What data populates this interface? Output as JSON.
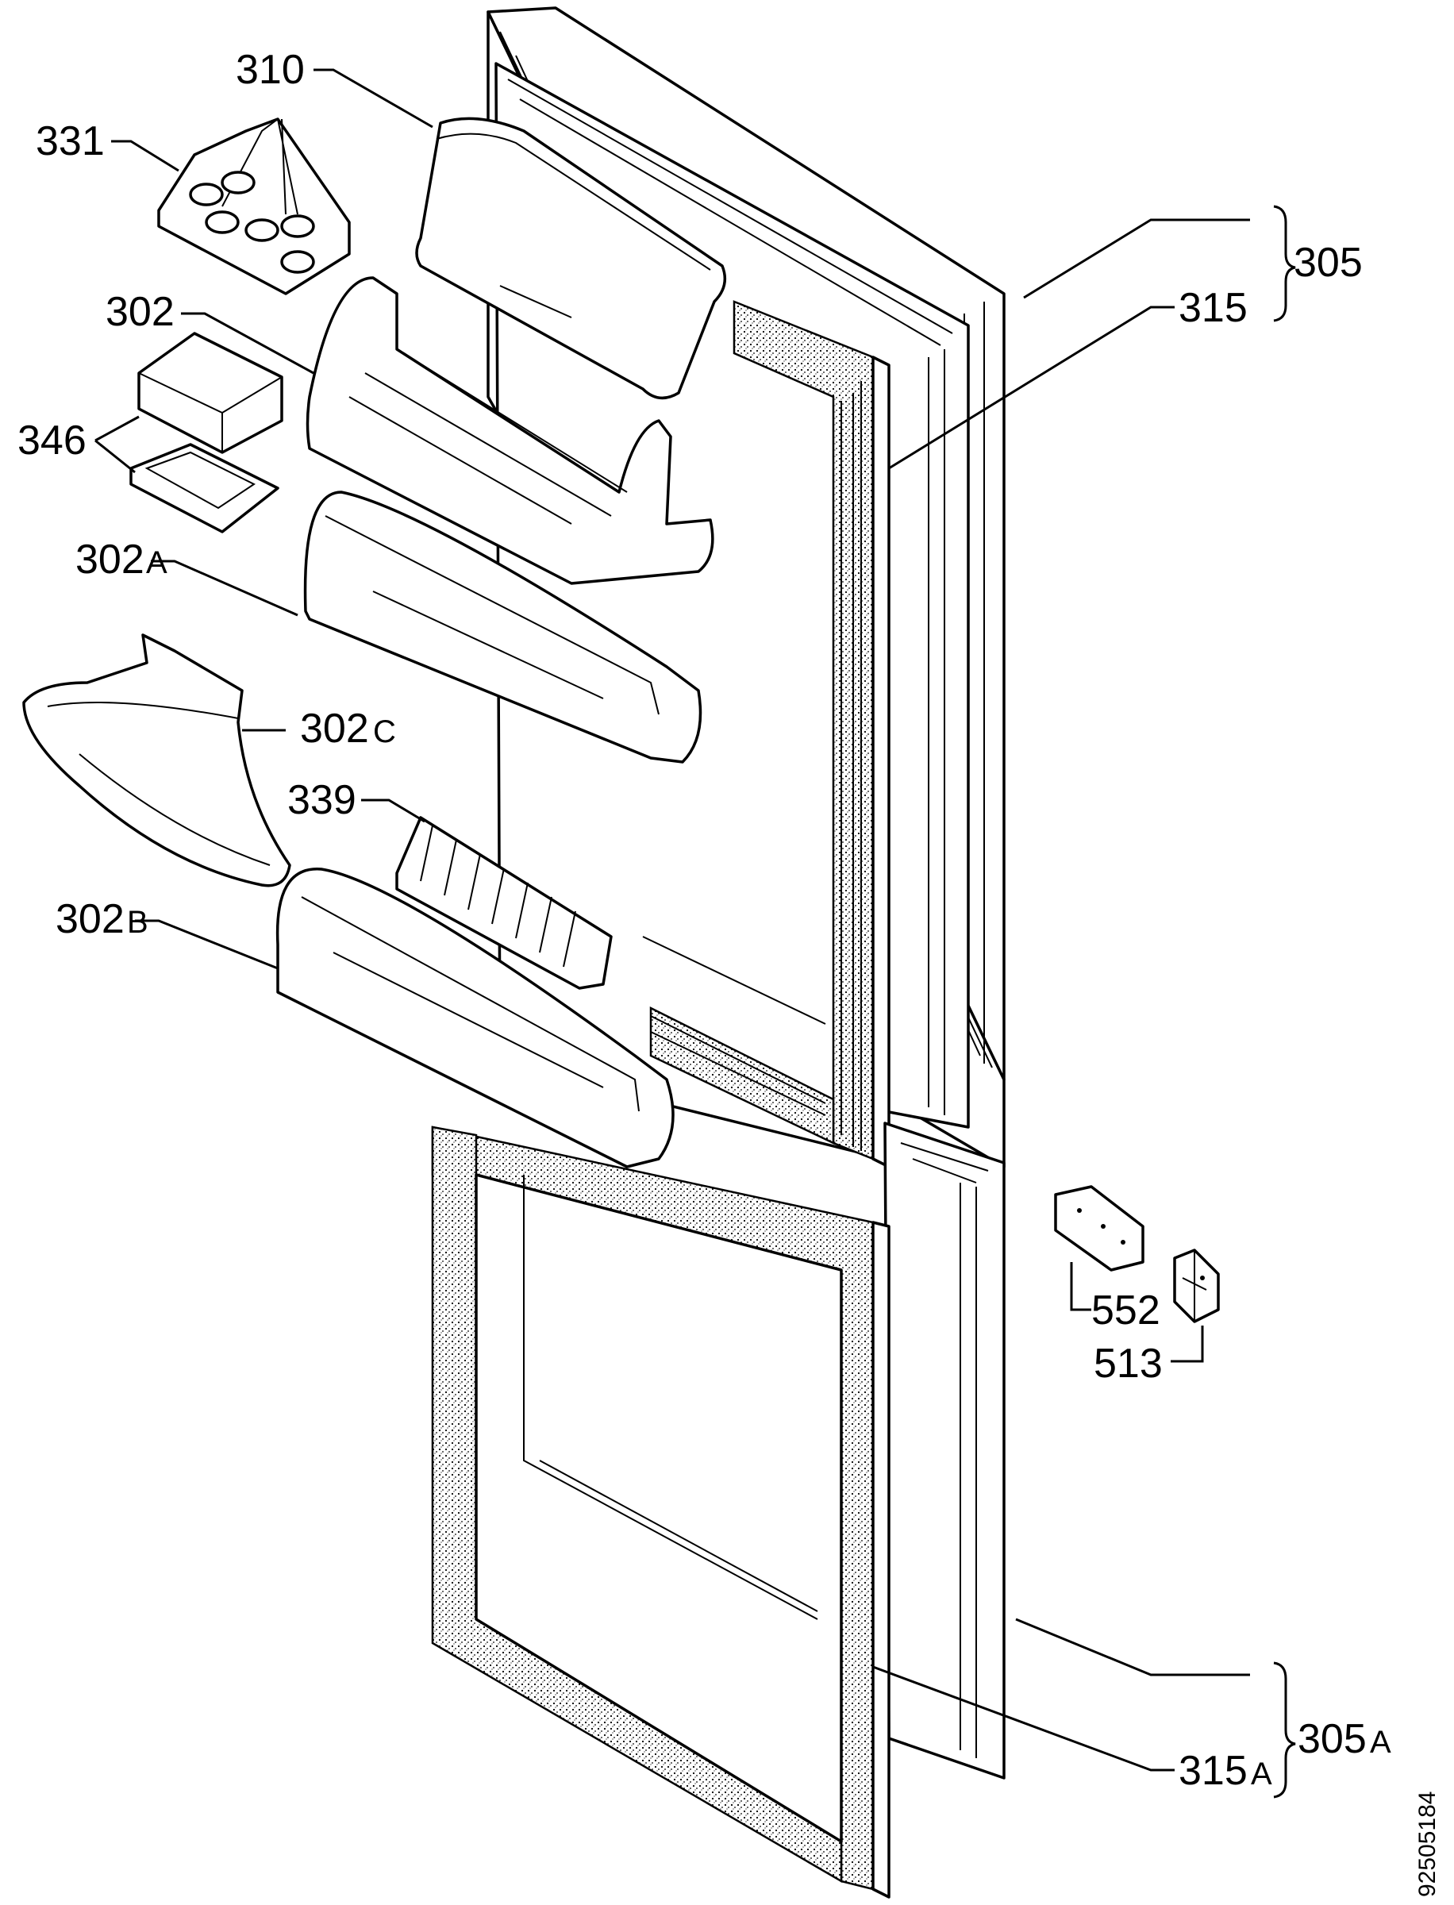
{
  "labels": {
    "p310": "310",
    "p331": "331",
    "p302": "302",
    "p346": "346",
    "p302a": "302",
    "p302a_suffix": "A",
    "p302c": "302",
    "p302c_suffix": "C",
    "p339": "339",
    "p302b": "302",
    "p302b_suffix": "B",
    "p305": "305",
    "p315": "315",
    "p552": "552",
    "p513": "513",
    "p305a": "305",
    "p305a_suffix": "A",
    "p315a": "315",
    "p315a_suffix": "A"
  },
  "doc_number": "92505184",
  "colors": {
    "line": "#000000",
    "background": "#ffffff"
  }
}
